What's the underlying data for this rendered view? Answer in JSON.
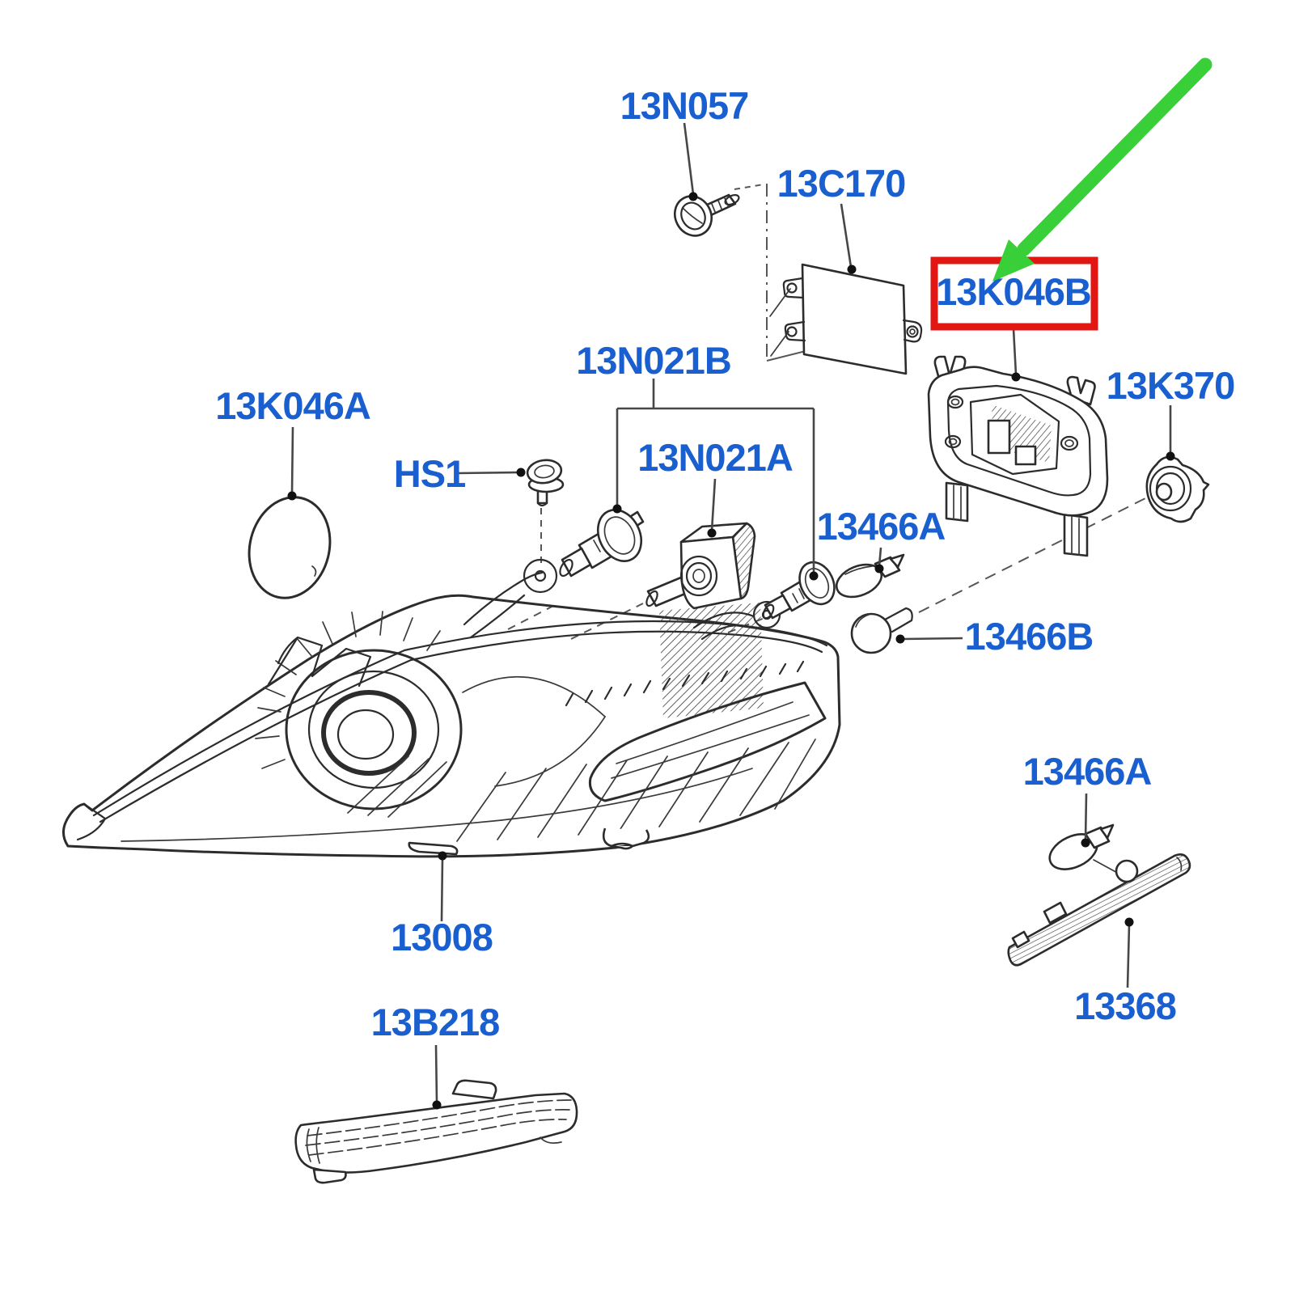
{
  "diagram_type": "exploded-parts-diagram",
  "colors": {
    "label": "#1a5fd0",
    "highlight_box": "#e21613",
    "arrow": "#38cf38",
    "line_art": "#2c2c2c",
    "background": "#ffffff"
  },
  "labels": {
    "screw_top": "13N057",
    "control_module": "13C170",
    "bulb_retainer_highlighted": "13K046B",
    "bulb_pair_group": "13N021B",
    "bulb_access_cover": "13K046A",
    "hs1_marker": "HS1",
    "xenon_bulb": "13N021A",
    "small_bulb_upper": "13466A",
    "bulb_socket": "13K370",
    "signal_bulb": "13466B",
    "small_bulb_lower": "13466A",
    "headlamp_assembly": "13008",
    "lower_lamp_strip": "13B218",
    "side_marker_lamp": "13368"
  }
}
